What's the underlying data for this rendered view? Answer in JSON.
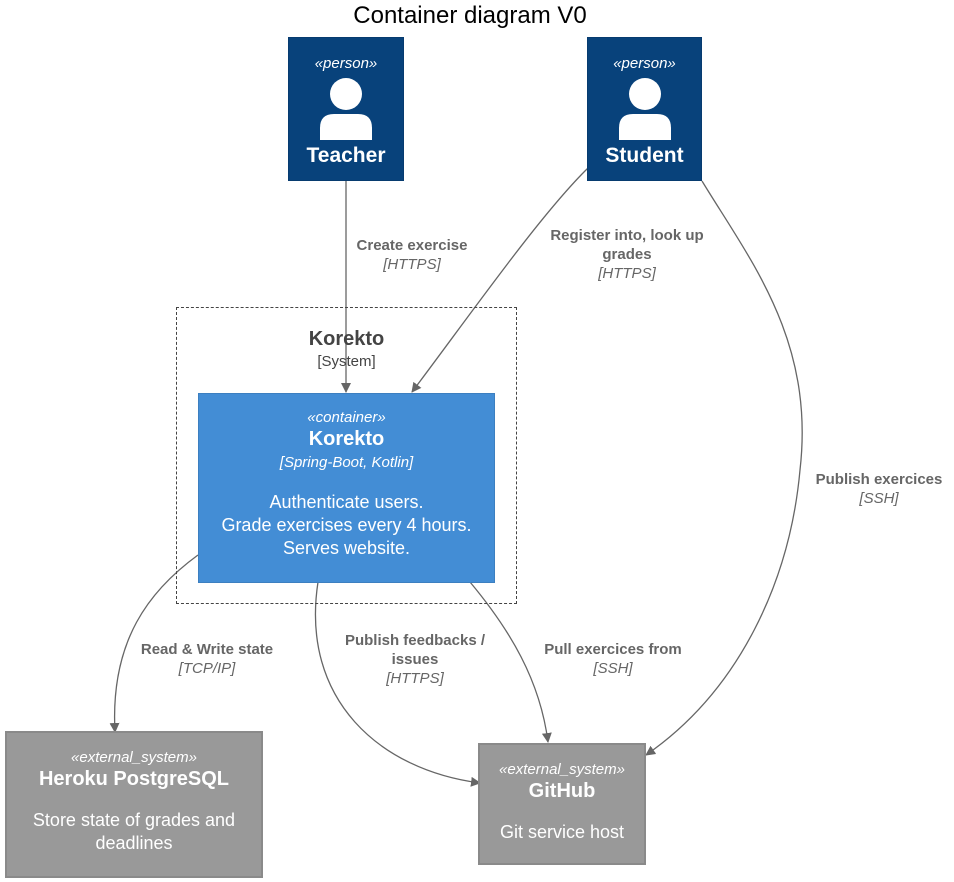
{
  "title": "Container diagram V0",
  "nodes": {
    "teacher": {
      "stereotype": "«person»",
      "name": "Teacher"
    },
    "student": {
      "stereotype": "«person»",
      "name": "Student"
    },
    "korekto_container": {
      "stereotype": "«container»",
      "name": "Korekto",
      "technology": "[Spring-Boot, Kotlin]",
      "description": [
        "Authenticate users.",
        "Grade exercises every 4 hours.",
        "Serves website."
      ]
    },
    "postgres": {
      "stereotype": "«external_system»",
      "name": "Heroku PostgreSQL",
      "description": [
        "Store state of grades and",
        "deadlines"
      ]
    },
    "github": {
      "stereotype": "«external_system»",
      "name": "GitHub",
      "description": [
        "Git service host"
      ]
    }
  },
  "boundary": {
    "name": "Korekto",
    "type": "[System]"
  },
  "edges": {
    "create_exercise": {
      "label": "Create exercise",
      "tech": "[HTTPS]"
    },
    "register": {
      "label_lines": [
        "Register into, look up",
        "grades"
      ],
      "tech": "[HTTPS]"
    },
    "publish_exercices": {
      "label": "Publish exercices",
      "tech": "[SSH]"
    },
    "read_write": {
      "label": "Read & Write state",
      "tech": "[TCP/IP]"
    },
    "publish_feedbacks": {
      "label_lines": [
        "Publish feedbacks /",
        "issues"
      ],
      "tech": "[HTTPS]"
    },
    "pull_exercices": {
      "label": "Pull exercices from",
      "tech": "[SSH]"
    }
  },
  "colors": {
    "person": "#08427b",
    "container": "#438dd5",
    "external_system": "#999999",
    "edge": "#666666",
    "boundary": "#444444"
  }
}
